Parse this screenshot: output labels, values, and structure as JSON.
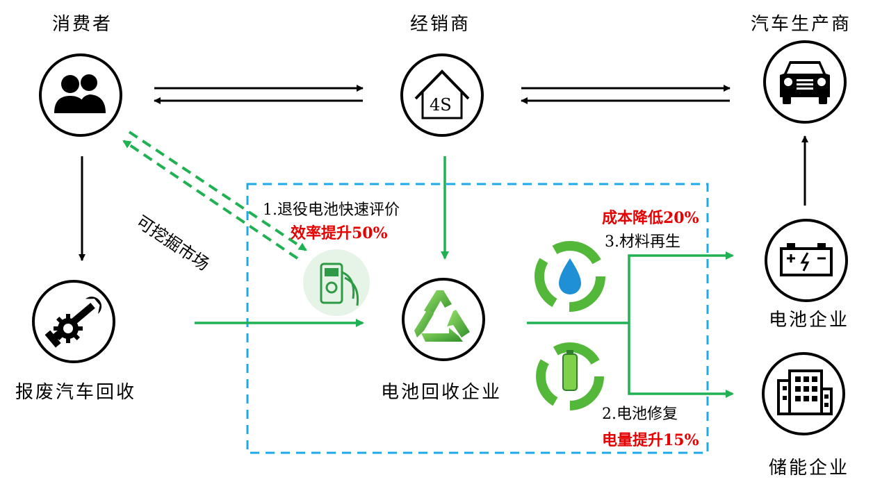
{
  "nodes": {
    "consumer": "消费者",
    "dealer": "经销商",
    "dealer_badge": "4S",
    "carmaker": "汽车生产商",
    "scrap": "报废汽车回收",
    "recycler": "电池回收企业",
    "battery_company": "电池企业",
    "storage_company": "储能企业"
  },
  "notes": {
    "market": "可挖掘市场",
    "eval_step": "1.退役电池快速评价",
    "eval_gain": "效率提升50%",
    "material_gain": "成本降低20%",
    "material_step": "3.材料再生",
    "repair_step": "2.电池修复",
    "repair_gain": "电量提升15%"
  },
  "colors": {
    "flow_black": "#000000",
    "flow_green": "#1fb152",
    "dashed_green": "#1fb152",
    "box_blue": "#1fa8e8",
    "highlight_red": "#e60000"
  },
  "icons": [
    "people-icon",
    "house-4s-icon",
    "car-icon",
    "wrench-gear-icon",
    "recycle-icon",
    "battery-icon",
    "building-icon",
    "tester-icon",
    "water-recycle-icon",
    "battery-recycle-icon"
  ]
}
